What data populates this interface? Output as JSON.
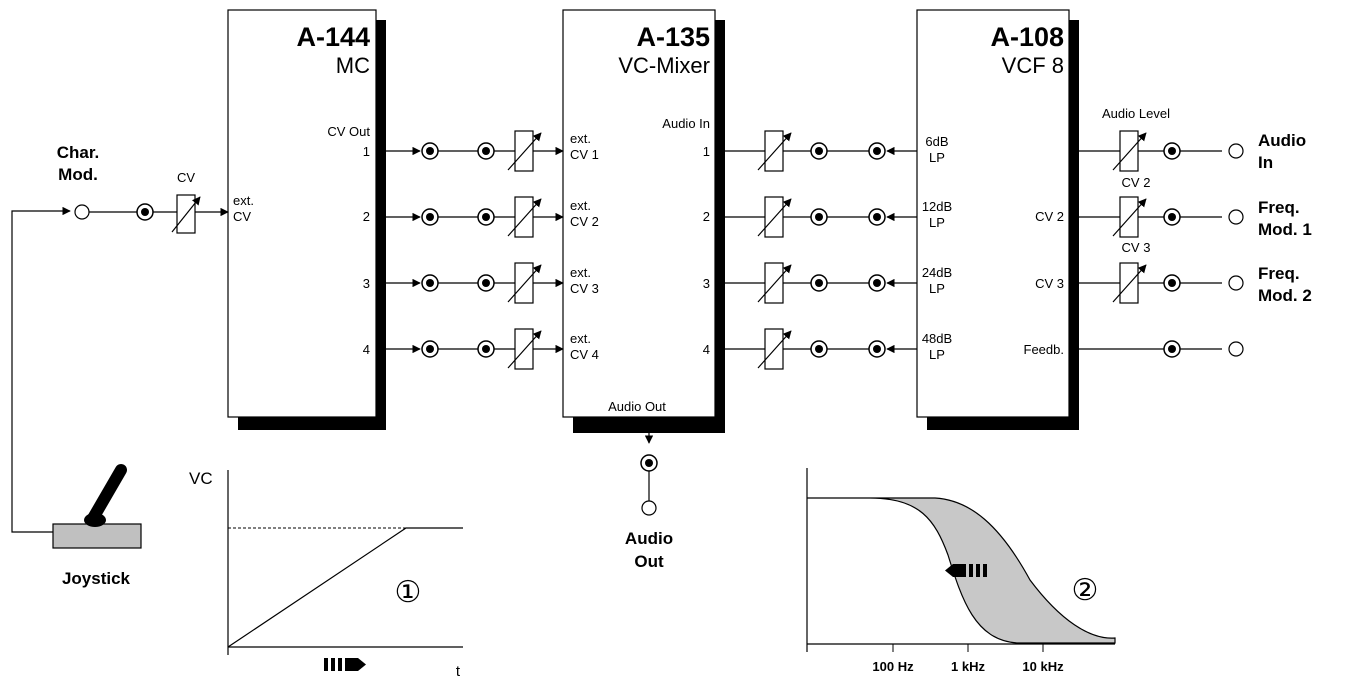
{
  "modules": {
    "mc": {
      "title": "A-144",
      "subtitle": "MC",
      "cv_out": "CV Out",
      "ext_cv": [
        "ext.",
        "CV"
      ],
      "outputs": [
        "1",
        "2",
        "3",
        "4"
      ]
    },
    "mixer": {
      "title": "A-135",
      "subtitle": "VC-Mixer",
      "audio_in": "Audio In",
      "audio_out": "Audio Out",
      "ext_cvs": [
        [
          "ext.",
          "CV 1"
        ],
        [
          "ext.",
          "CV 2"
        ],
        [
          "ext.",
          "CV 3"
        ],
        [
          "ext.",
          "CV 4"
        ]
      ],
      "inputs": [
        "1",
        "2",
        "3",
        "4"
      ]
    },
    "vcf": {
      "title": "A-108",
      "subtitle": "VCF 8",
      "outputs": [
        [
          "6dB",
          "LP"
        ],
        [
          "12dB",
          "LP"
        ],
        [
          "24dB",
          "LP"
        ],
        [
          "48dB",
          "LP"
        ]
      ],
      "inputs": [
        "CV 2",
        "CV 3",
        "Feedb."
      ]
    }
  },
  "labels": {
    "char_mod": [
      "Char.",
      "Mod."
    ],
    "cv": "CV",
    "joystick": "Joystick",
    "audio_out": [
      "Audio",
      "Out"
    ],
    "audio_level": "Audio Level",
    "cv2": "CV 2",
    "cv3": "CV 3",
    "audio_in": [
      "Audio",
      "In"
    ],
    "freq_mod_1": [
      "Freq.",
      "Mod. 1"
    ],
    "freq_mod_2": [
      "Freq.",
      "Mod. 2"
    ]
  },
  "graph1": {
    "ylabel": "VC",
    "xlabel": "t",
    "marker": "①"
  },
  "graph2": {
    "ticks": [
      "100 Hz",
      "1 kHz",
      "10 kHz"
    ],
    "marker": "②"
  },
  "colors": {
    "module_fill": "#ffffff",
    "shadow": "#000000",
    "joystick_base": "#c0c0c0",
    "filter_band": "#c8c8c8"
  }
}
